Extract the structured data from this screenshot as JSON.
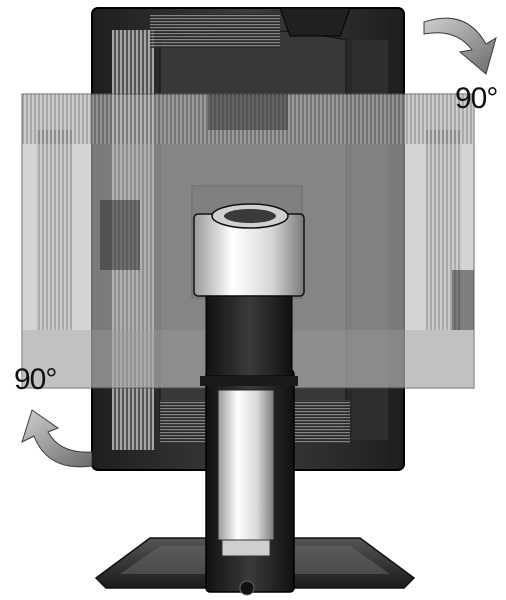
{
  "illustration": {
    "subject": "monitor-rear-pivot",
    "rotation_labels": {
      "top_right": "90°",
      "bottom_left": "90°"
    },
    "arrow_icons": [
      "curved-arrow-clockwise-icon",
      "curved-arrow-counterclockwise-icon"
    ],
    "colors": {
      "panel_dark": "#2a2a2a",
      "panel_mid": "#4a4a4a",
      "landscape_overlay": "#b8b8b8",
      "stand_chrome": "#e8e8e8",
      "arrow_fill": "#8a8a8a"
    }
  }
}
